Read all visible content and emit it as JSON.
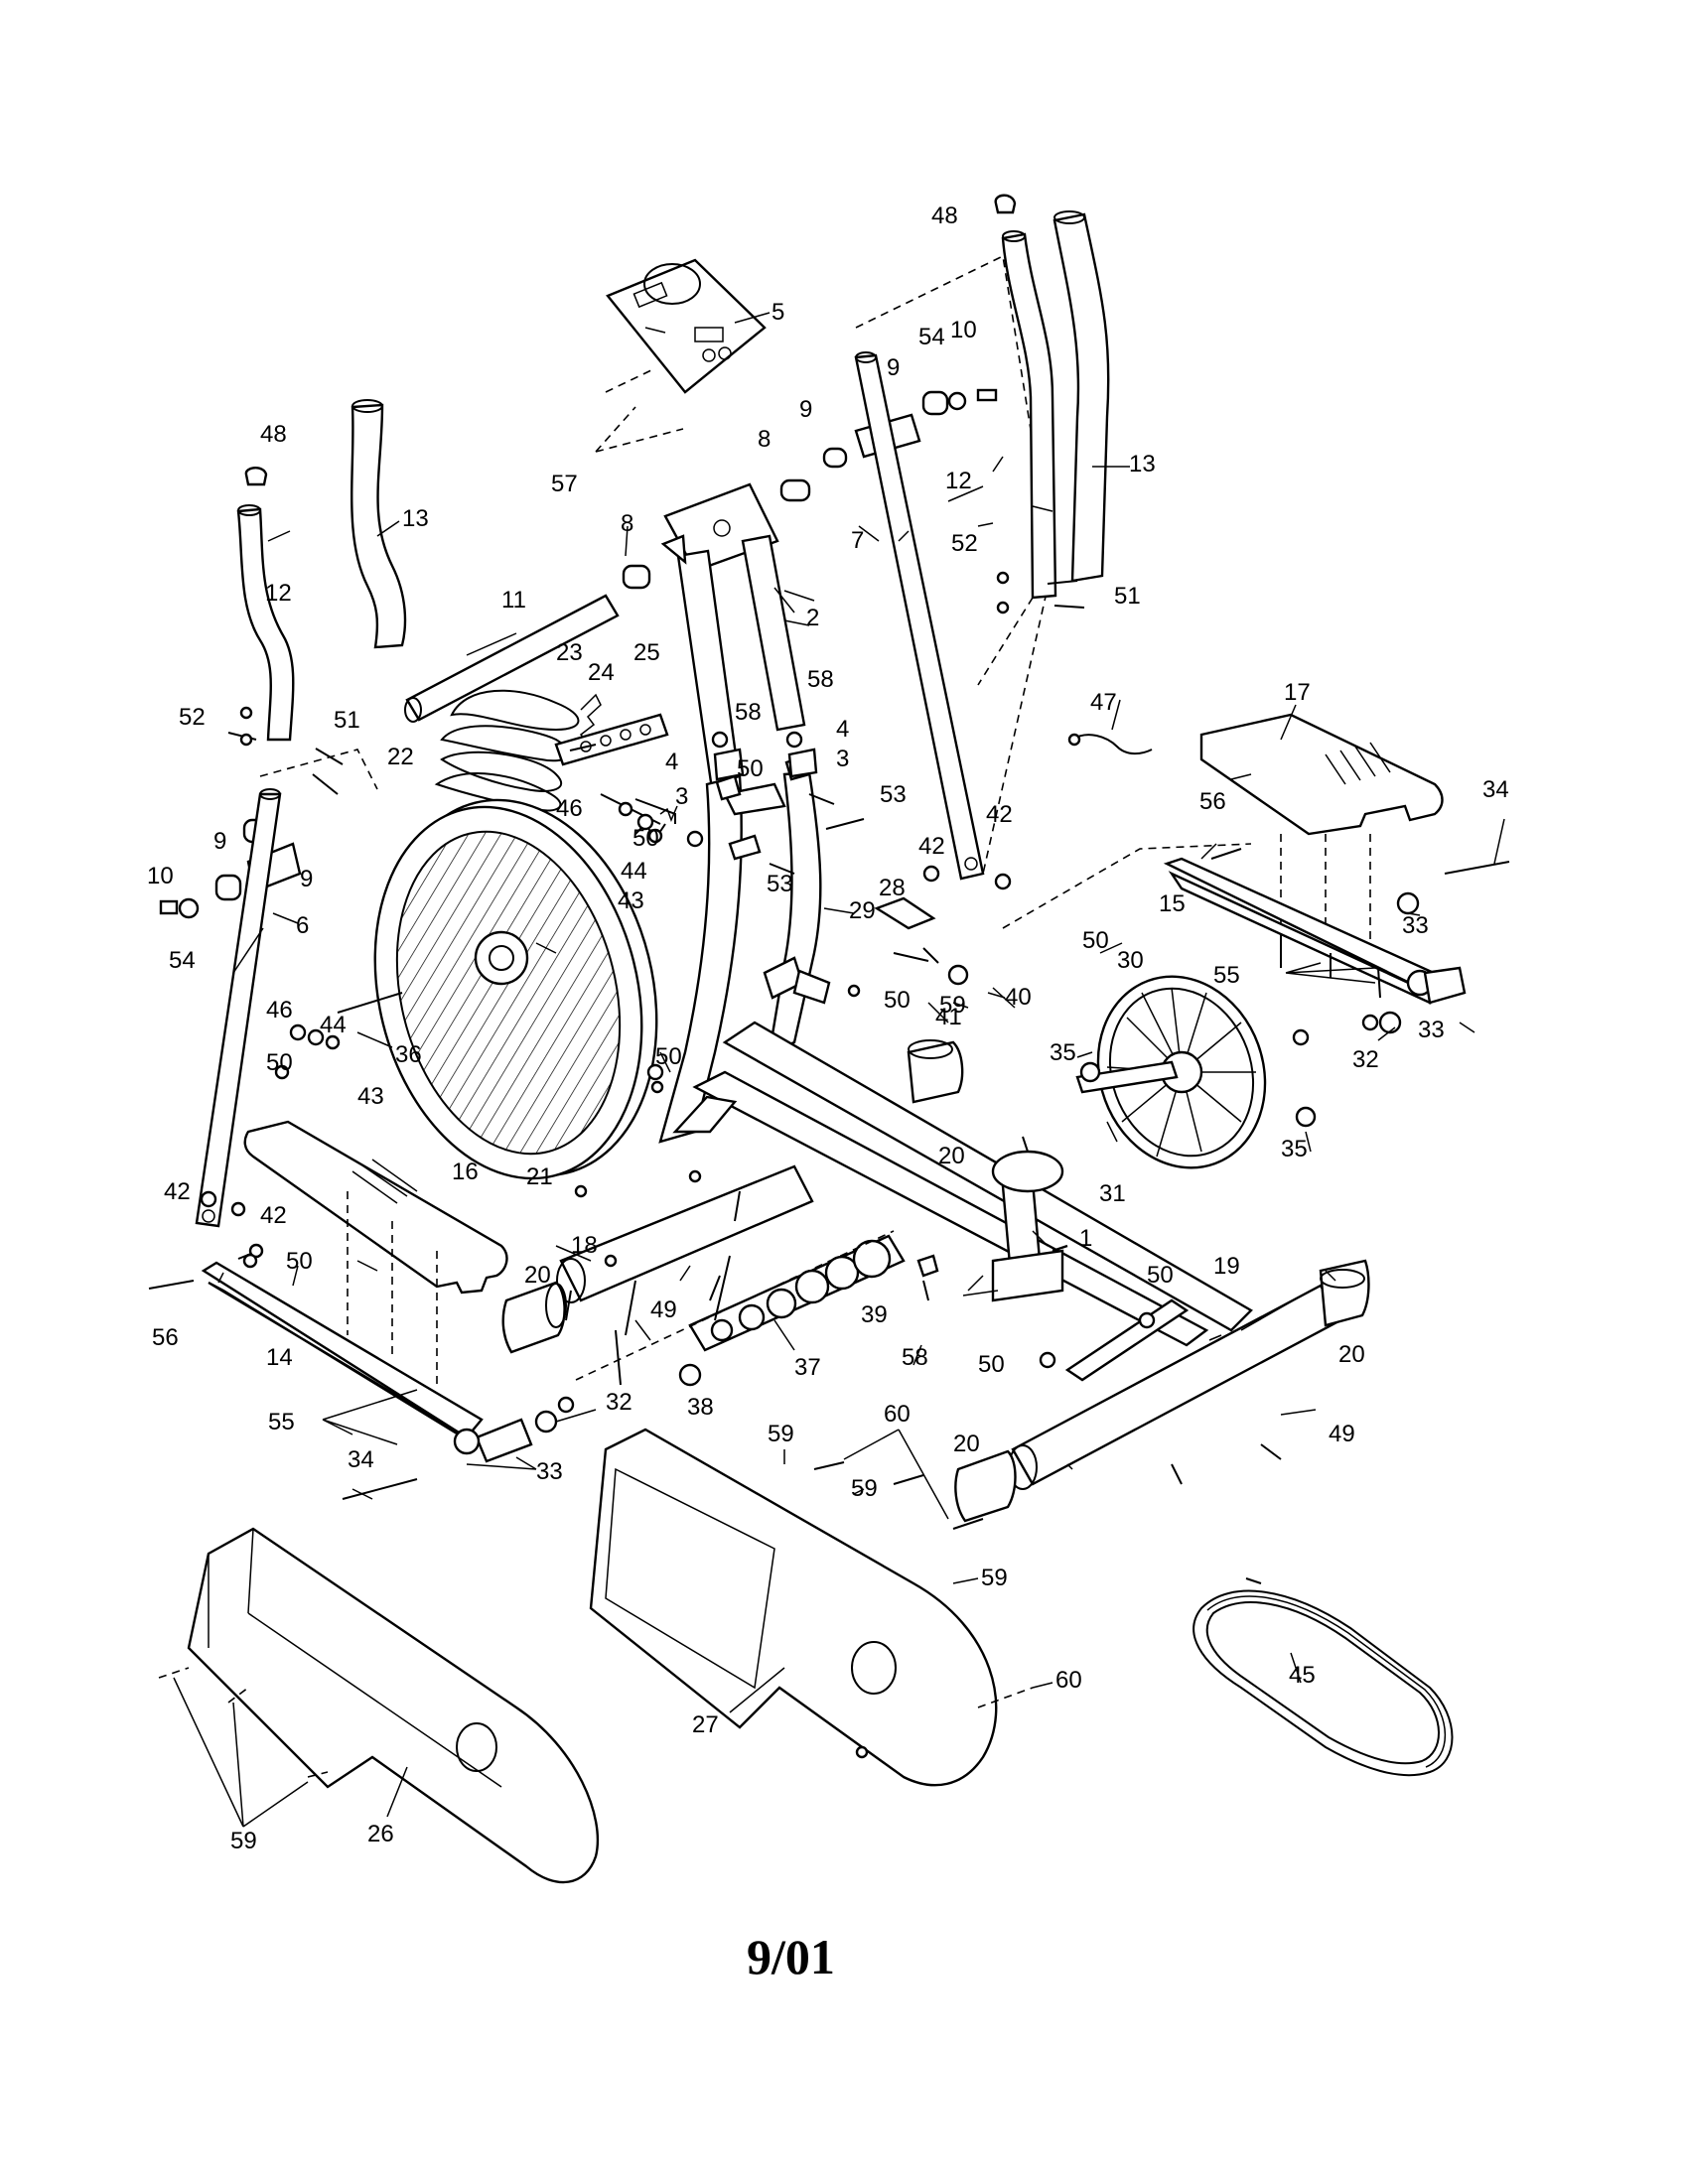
{
  "footer": {
    "date": "9/01"
  },
  "callouts": [
    "1",
    "2",
    "3",
    "4",
    "5",
    "6",
    "7",
    "8",
    "9",
    "10",
    "11",
    "12",
    "13",
    "14",
    "15",
    "16",
    "17",
    "18",
    "19",
    "20",
    "21",
    "22",
    "23",
    "24",
    "25",
    "26",
    "27",
    "28",
    "29",
    "30",
    "31",
    "32",
    "33",
    "34",
    "35",
    "36",
    "37",
    "38",
    "39",
    "40",
    "41",
    "42",
    "43",
    "44",
    "45",
    "46",
    "47",
    "48",
    "49",
    "50",
    "51",
    "52",
    "53",
    "54",
    "55",
    "56",
    "57",
    "58",
    "59",
    "60"
  ]
}
